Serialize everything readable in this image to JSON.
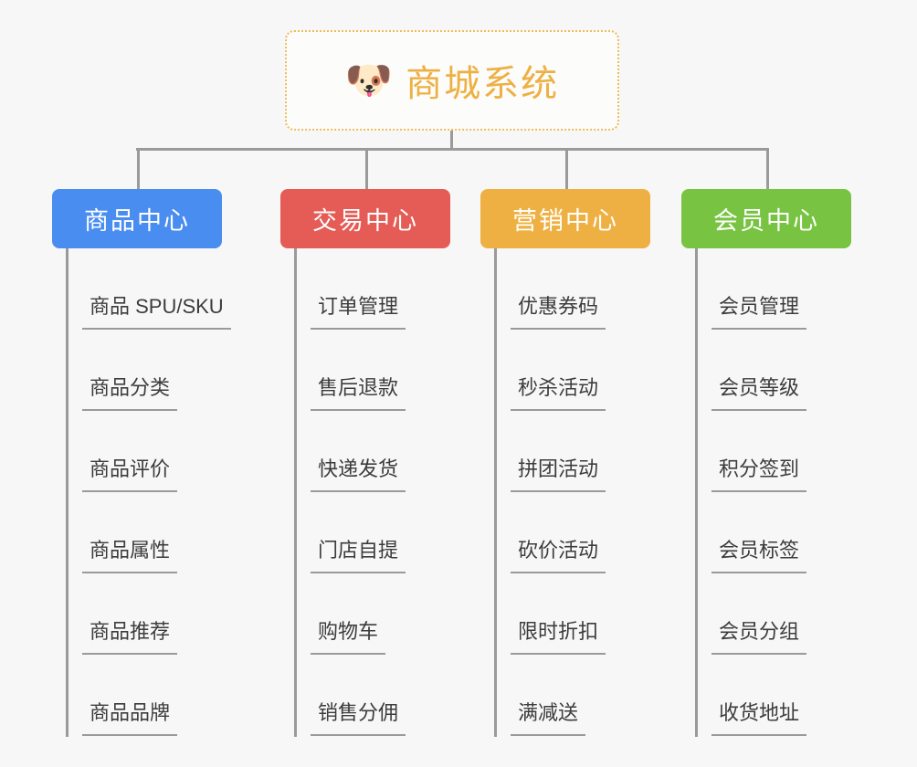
{
  "background_color": "#f7f7f7",
  "root": {
    "icon": "shiba-dog-emoji",
    "emoji": "🐶",
    "title": "商城系统",
    "border_color": "#efbc5c",
    "text_color": "#eeb042"
  },
  "connector_color": "#9a9a9a",
  "columns": [
    {
      "title": "商品中心",
      "color": "#4a8df0",
      "items": [
        "商品 SPU/SKU",
        "商品分类",
        "商品评价",
        "商品属性",
        "商品推荐",
        "商品品牌"
      ]
    },
    {
      "title": "交易中心",
      "color": "#e55c56",
      "items": [
        "订单管理",
        "售后退款",
        "快递发货",
        "门店自提",
        "购物车",
        "销售分佣"
      ]
    },
    {
      "title": "营销中心",
      "color": "#eeb042",
      "items": [
        "优惠券码",
        "秒杀活动",
        "拼团活动",
        "砍价活动",
        "限时折扣",
        "满减送"
      ]
    },
    {
      "title": "会员中心",
      "color": "#78c442",
      "items": [
        "会员管理",
        "会员等级",
        "积分签到",
        "会员标签",
        "会员分组",
        "收货地址"
      ]
    }
  ]
}
